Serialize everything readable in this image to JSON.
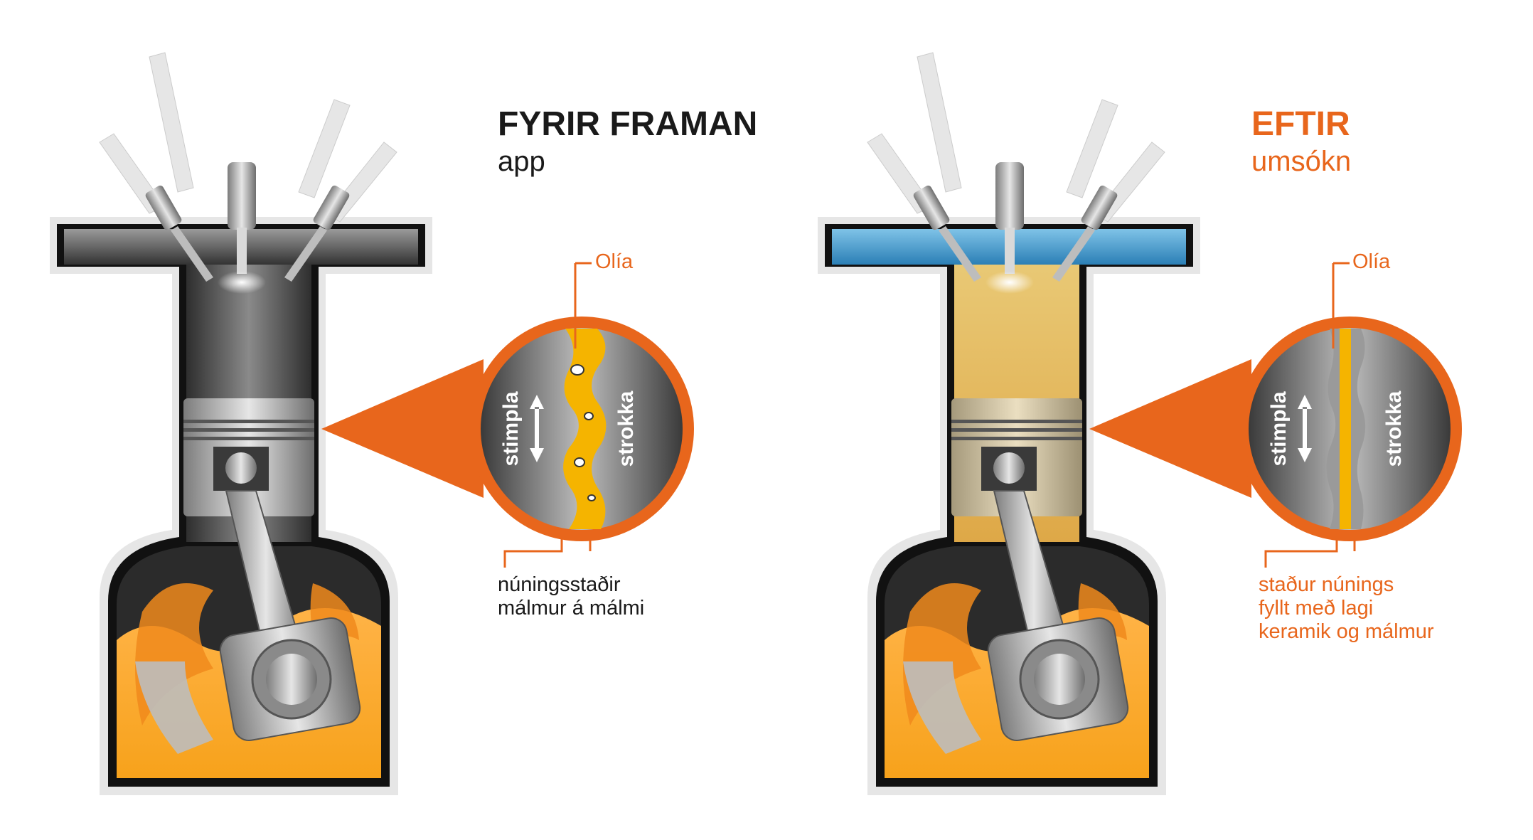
{
  "colors": {
    "accent": "#e8661c",
    "dark": "#1a1a1a",
    "oil": "#f5b400",
    "coolant": "#4fa3d6"
  },
  "before": {
    "title": "FYRIR FRAMAN",
    "subtitle": "app",
    "oil_label": "Olía",
    "piston_label": "stimpla",
    "cylinder_label": "strokka",
    "note": [
      "núningsstaðir",
      "málmur á málmi"
    ]
  },
  "after": {
    "title": "EFTIR",
    "subtitle": "umsókn",
    "oil_label": "Olía",
    "piston_label": "stimpla",
    "cylinder_label": "strokka",
    "note": [
      "staður núnings",
      "fyllt með lagi",
      "keramik og málmur"
    ]
  }
}
